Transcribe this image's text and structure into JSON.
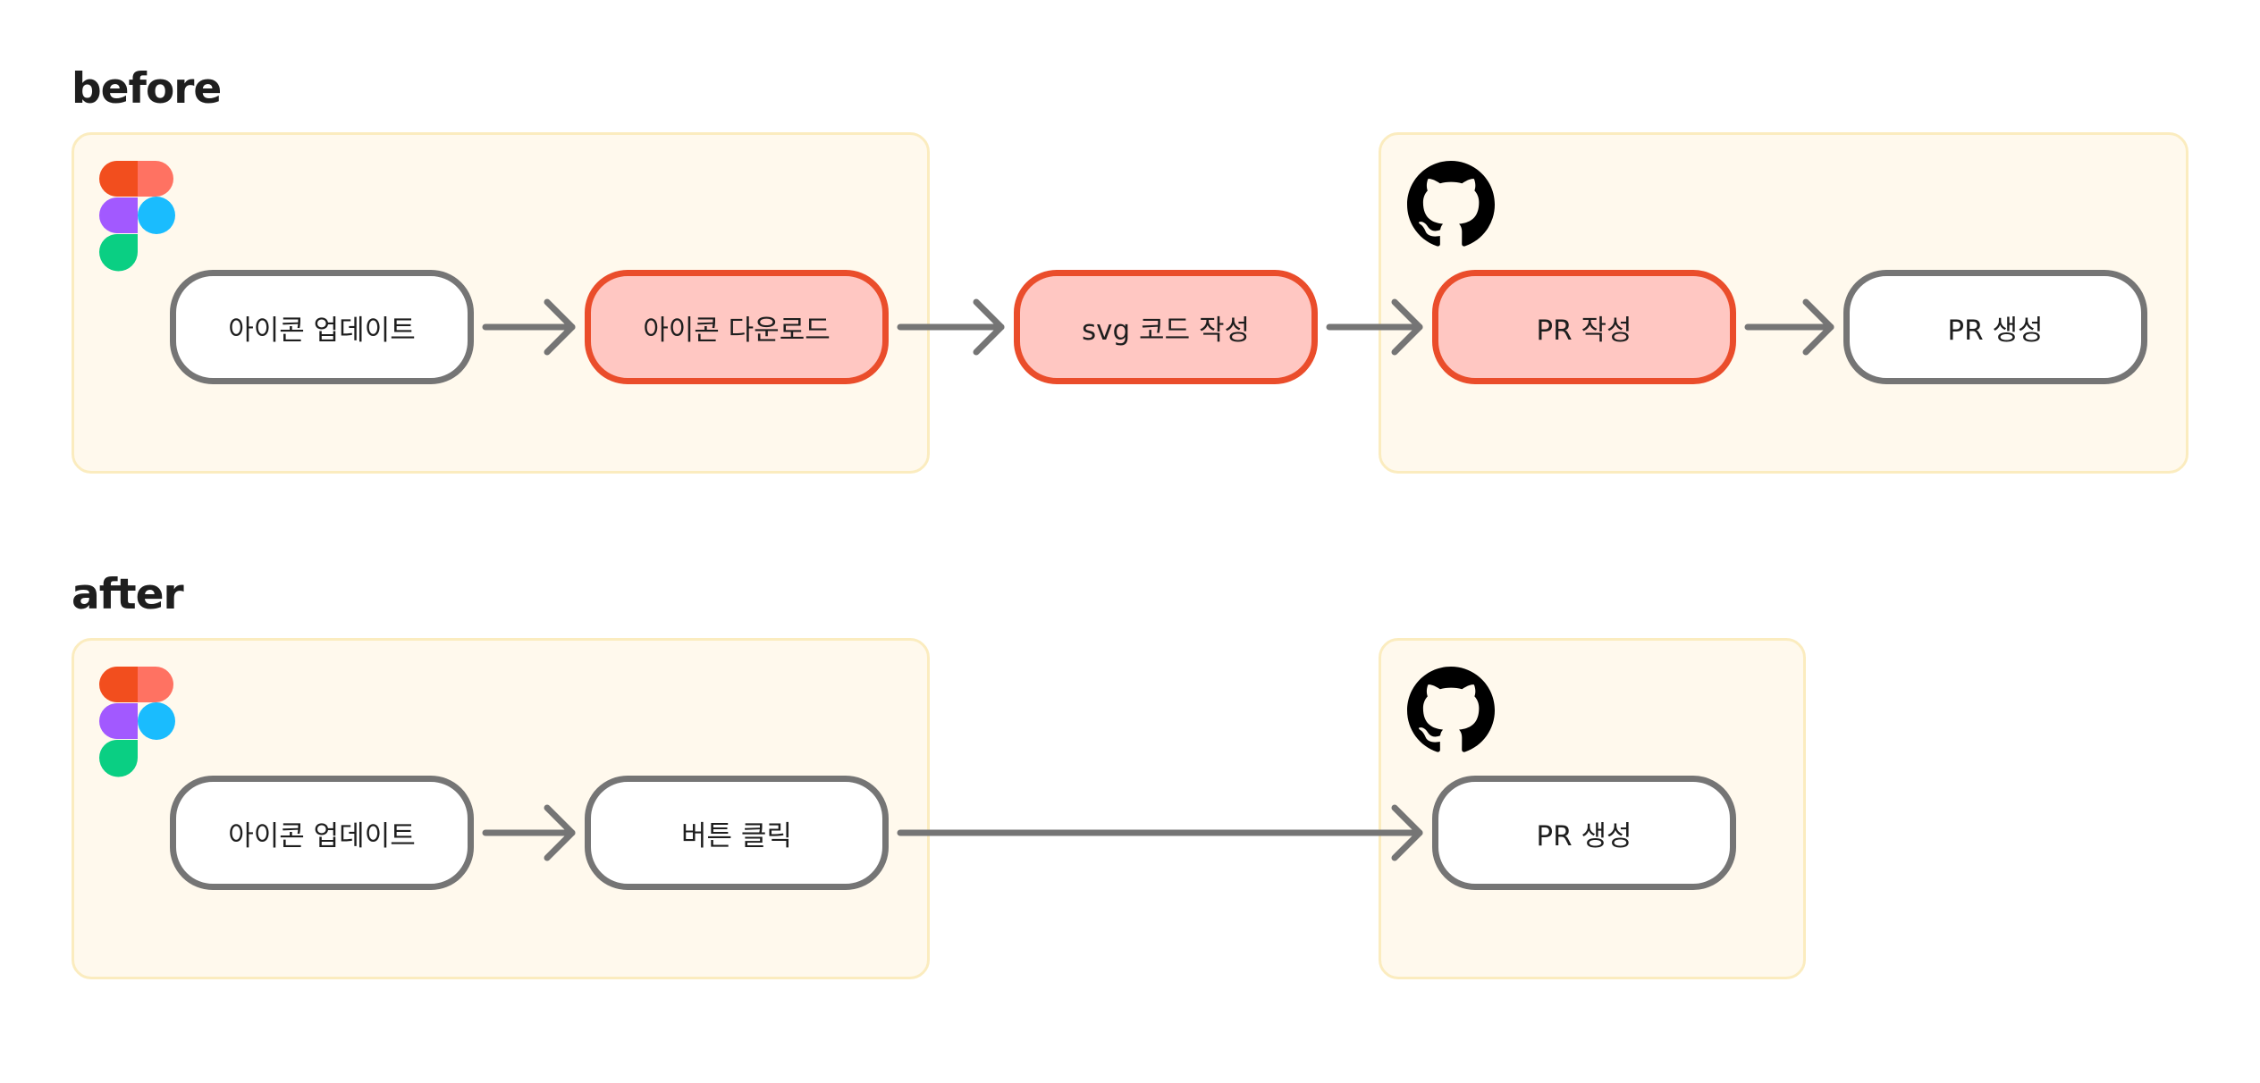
{
  "before": {
    "title": "before",
    "figma_nodes": [
      "아이콘 업데이트",
      "아이콘 다운로드"
    ],
    "middle_node": "svg 코드 작성",
    "github_nodes": [
      "PR 작성",
      "PR 생성"
    ]
  },
  "after": {
    "title": "after",
    "figma_nodes": [
      "아이콘 업데이트",
      "버튼 클릭"
    ],
    "github_nodes": [
      "PR 생성"
    ]
  },
  "colors": {
    "panel_bg": "#fff9ed",
    "panel_border": "#fbecbf",
    "node_border": "#757575",
    "highlight_border": "#ea4d2b",
    "highlight_fill": "#ffc7c2",
    "arrow": "#757575"
  },
  "icons": {
    "figma": "figma-logo-icon",
    "github": "github-logo-icon"
  }
}
